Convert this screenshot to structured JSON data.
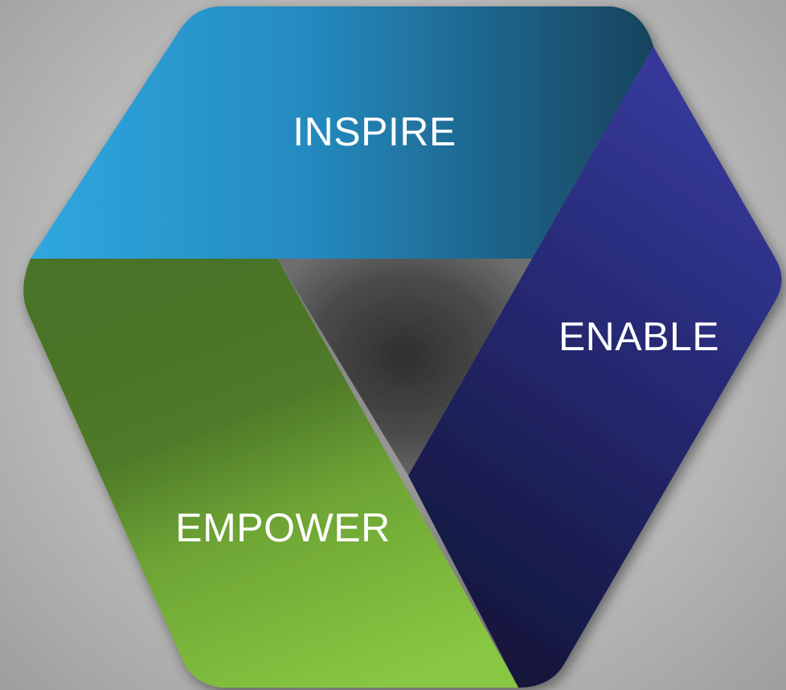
{
  "diagram": {
    "segments": [
      {
        "id": "inspire",
        "label": "INSPIRE",
        "color": "#2ba3d9",
        "color_dark": "#1a4a66"
      },
      {
        "id": "enable",
        "label": "ENABLE",
        "color": "#33368f",
        "color_dark": "#121538"
      },
      {
        "id": "empower",
        "label": "EMPOWER",
        "color": "#86c440",
        "color_dark": "#4a7126"
      }
    ],
    "center_color": "#3a3a3a"
  }
}
